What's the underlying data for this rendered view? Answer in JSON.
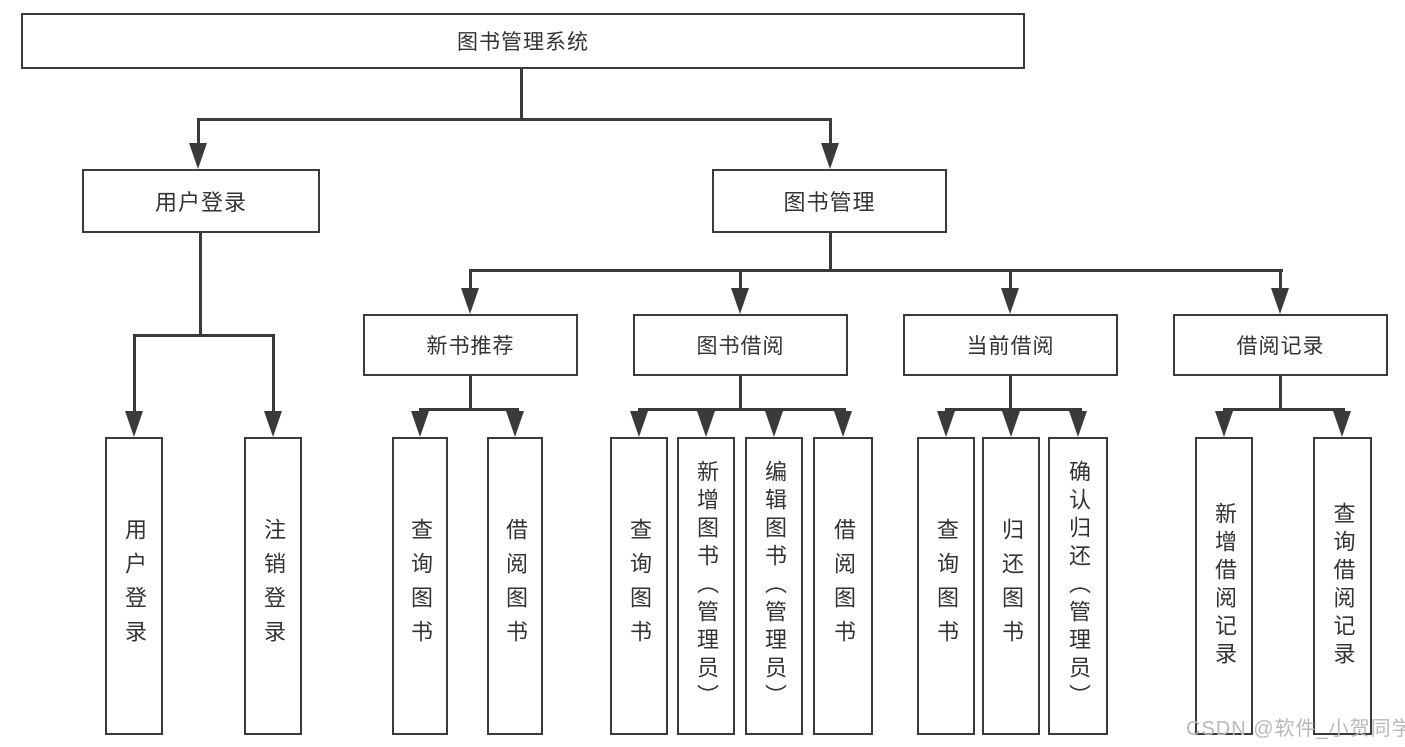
{
  "diagram": {
    "title": "图书管理系统",
    "root": {
      "label": "图书管理系统"
    },
    "level2": [
      {
        "label": "用户登录",
        "children": [
          {
            "label": "用户登录"
          },
          {
            "label": "注销登录"
          }
        ]
      },
      {
        "label": "图书管理",
        "children": [
          {
            "label": "新书推荐",
            "children": [
              "查询图书",
              "借阅图书"
            ]
          },
          {
            "label": "图书借阅",
            "children": [
              "查询图书",
              "新增图书（管理员）",
              "编辑图书（管理员）",
              "借阅图书"
            ]
          },
          {
            "label": "当前借阅",
            "children": [
              "查询图书",
              "归还图书",
              "确认归还（管理员）"
            ]
          },
          {
            "label": "借阅记录",
            "children": [
              "新增借阅记录",
              "查询借阅记录"
            ]
          }
        ]
      }
    ]
  },
  "watermark": {
    "text": "CSDN @软件_小贺同学",
    "color": "#b9b9b9"
  },
  "colors": {
    "line": "#3a3a3a",
    "text": "#333333",
    "background": "#ffffff"
  }
}
